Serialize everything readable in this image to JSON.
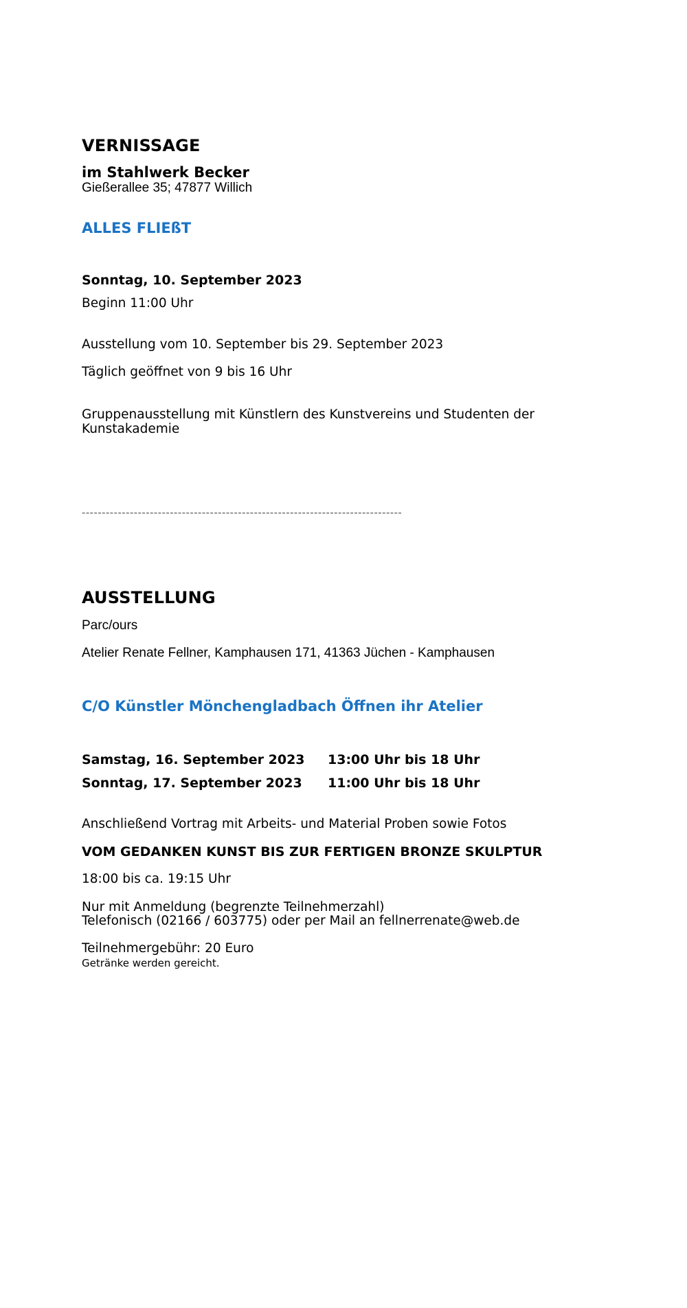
{
  "vernissage": {
    "heading": "VERNISSAGE",
    "venue": "im Stahlwerk Becker",
    "address": "Gießerallee 35; 47877 Willich",
    "title": "ALLES FLIEßT",
    "date": "Sonntag, 10. September 2023",
    "start": "Beginn 11:00 Uhr",
    "exhibition_period": "Ausstellung vom 10. September bis 29. September 2023",
    "opening_hours": "Täglich geöffnet von 9 bis 16 Uhr",
    "description_line1": "Gruppenausstellung mit Künstlern des Kunstvereins und Studenten der",
    "description_line2": "Kunstakademie"
  },
  "divider": "--------------------------------------------------------------------------------",
  "ausstellung": {
    "heading": "AUSSTELLUNG",
    "subtitle": "Parc/ours",
    "address": "Atelier Renate Fellner, Kamphausen 171, 41363 Jüchen - Kamphausen",
    "title": "C/O Künstler Mönchengladbach Öffnen ihr Atelier",
    "schedule": [
      {
        "day": "Samstag, 16. September 2023",
        "time": "13:00 Uhr bis 18 Uhr"
      },
      {
        "day": "Sonntag, 17. September 2023",
        "time": "11:00 Uhr bis 18 Uhr"
      }
    ],
    "talk_intro": "Anschließend Vortrag mit Arbeits- und Material Proben sowie Fotos",
    "talk_title": "VOM GEDANKEN KUNST BIS ZUR FERTIGEN BRONZE SKULPTUR",
    "talk_time": "18:00 bis ca. 19:15 Uhr",
    "registration_line1": "Nur mit Anmeldung (begrenzte Teilnehmerzahl)",
    "registration_line2": "Telefonisch (02166 / 603775) oder per Mail an fellnerrenate@web.de",
    "fee": "Teilnehmergebühr: 20 Euro",
    "drinks": "Getränke werden gereicht."
  },
  "colors": {
    "accent_blue": "#1a73c4",
    "text": "#000000"
  }
}
